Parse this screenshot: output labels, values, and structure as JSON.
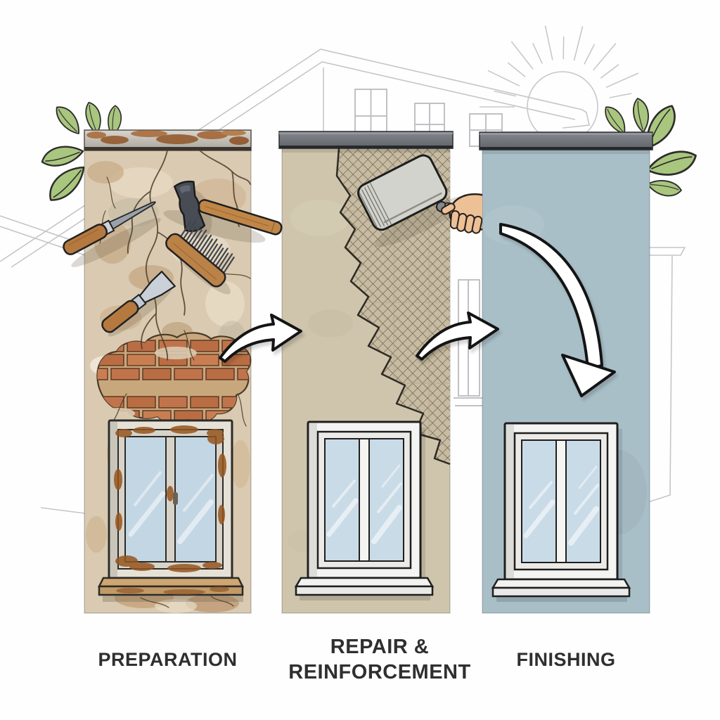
{
  "figure": {
    "type": "process-illustration",
    "subject": "facade wall renovation steps",
    "stages": [
      {
        "id": 1,
        "label": "PREPARATION"
      },
      {
        "id": 2,
        "label_line1": "REPAIR &",
        "label_line2": "REINFORCEMENT"
      },
      {
        "id": 3,
        "label": "FINISHING"
      }
    ],
    "colors": {
      "damaged_plaster": "#d9cab1",
      "repair_plaster": "#cfc5ad",
      "finish_paint": "#a9bfc8",
      "cap_gray": "#6e7277",
      "rust": "#96561f",
      "leaf_green": "#a9c67e",
      "brick": "#c2734a",
      "glass": "#c9dbe7",
      "wood_handle": "#b5793f",
      "outline": "#1f1f1f",
      "background_line": "#c4c6c8",
      "arrow_fill": "#ffffff",
      "label_text": "#2f2f2f"
    },
    "icons": [
      "house-outline-icon",
      "sun-icon",
      "leaf-icon",
      "arrow-right-icon",
      "arrow-down-icon",
      "hammer-icon",
      "chisel-icon",
      "wire-brush-icon",
      "paint-scraper-icon",
      "trowel-icon",
      "hand-icon",
      "window-icon",
      "mesh-texture",
      "brick-patch",
      "crack-lines"
    ]
  }
}
